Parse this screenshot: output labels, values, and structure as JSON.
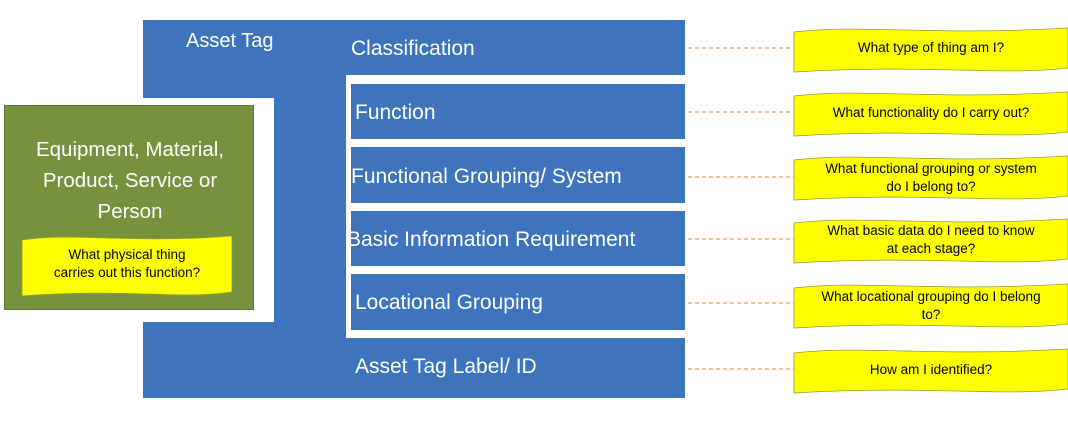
{
  "asset_tag": {
    "title": "Asset Tag"
  },
  "entity_box": {
    "title_lines": [
      "Equipment, Material,",
      "Product, Service or",
      "Person"
    ],
    "question": [
      "What physical thing",
      "carries out this function?"
    ]
  },
  "rows": [
    {
      "label": "Classification",
      "question": [
        "What type of thing am I?"
      ]
    },
    {
      "label": "Function",
      "question": [
        "What functionality do I carry out?"
      ]
    },
    {
      "label": "Functional Grouping/ System",
      "question": [
        "What functional grouping or system",
        "do I belong to?"
      ]
    },
    {
      "label": "Basic Information Requirement",
      "question": [
        "What  basic data do I need to know",
        "at each stage?"
      ]
    },
    {
      "label": "Locational Grouping",
      "question": [
        "What locational grouping do I belong",
        "to?"
      ]
    },
    {
      "label": "Asset Tag Label/ ID",
      "question": [
        "How am I identified?"
      ]
    }
  ],
  "colors": {
    "blue": "#3d74bd",
    "green": "#77923c",
    "note_yellow": "#ffff00",
    "connector_orange": "#ed7d31"
  }
}
